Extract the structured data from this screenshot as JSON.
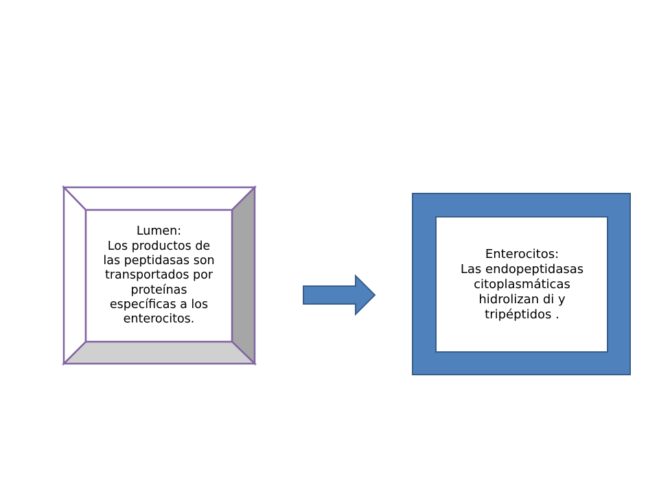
{
  "lumen_box": {
    "title": "Lumen:",
    "lines": [
      "Los productos de",
      "las peptidasas  son",
      "transportados por",
      "proteínas",
      "específicas a los",
      "enterocitos."
    ]
  },
  "enterocitos_box": {
    "title": "Enterocitos:",
    "lines": [
      "Las endopeptidasas",
      "citoplasmáticas",
      "hidrolizan di y",
      "tripéptidos ."
    ]
  },
  "colors": {
    "bevel_outline": "#8064a2",
    "bevel_top": "#ffffff",
    "bevel_right": "#a6a6a6",
    "bevel_bottom": "#d0d0d0",
    "bevel_left": "#ffffff",
    "frame_fill": "#4f81bd",
    "frame_outline": "#385d8a",
    "arrow_fill": "#4f81bd",
    "arrow_outline": "#385d8a"
  }
}
